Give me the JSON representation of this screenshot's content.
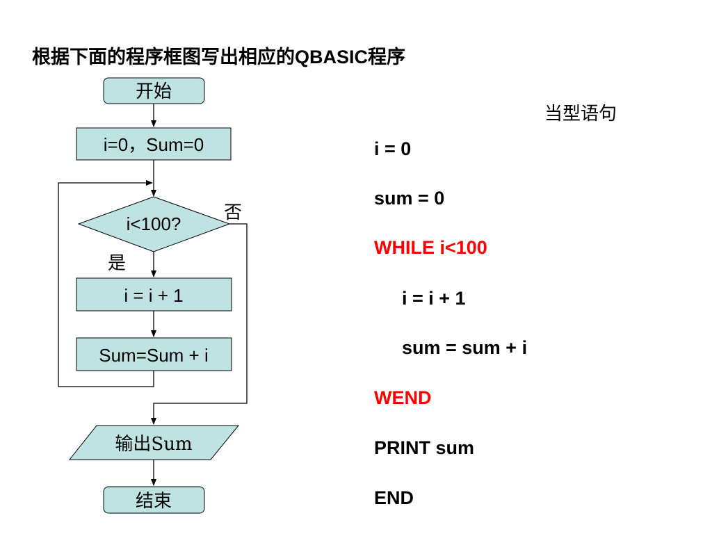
{
  "title": "根据下面的程序框图写出相应的QBASIC程序",
  "flowchart": {
    "start": "开始",
    "init": "i=0，Sum=0",
    "condition": "i<100?",
    "yes_label": "是",
    "no_label": "否",
    "step1": "i = i + 1",
    "step2": "Sum=Sum + i",
    "output": "输出Sum",
    "end": "结束",
    "box_fill": "#bfe3e3"
  },
  "code": {
    "heading": "当型语句",
    "lines": [
      "i = 0",
      "sum = 0",
      "WHILE i<100",
      "i = i + 1",
      "sum = sum + i",
      "WEND",
      "PRINT sum",
      "END"
    ],
    "keyword_color": "#ff0000"
  }
}
